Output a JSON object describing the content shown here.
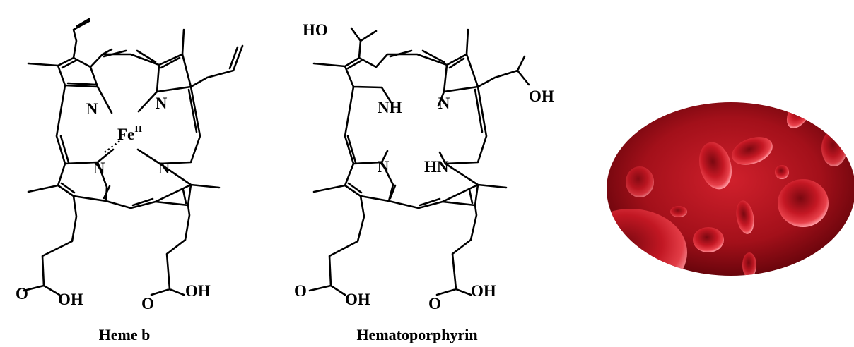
{
  "figure": {
    "molecules": [
      {
        "caption": "Heme b",
        "labels": {
          "n_top_left": "N",
          "n_top_right": "N",
          "n_bottom_left": "N",
          "n_bottom_right": "N",
          "metal": "Fe",
          "metal_oxidation": "II",
          "acid_left_o": "O",
          "acid_left_oh": "OH",
          "acid_right_o": "O",
          "acid_right_oh": "OH"
        }
      },
      {
        "caption": "Hematoporphyrin",
        "labels": {
          "nh_top_left": "NH",
          "n_top_right": "N",
          "n_bottom_left": "N",
          "hn_bottom_right": "HN",
          "ho_top": "HO",
          "oh_right": "OH",
          "acid_left_o": "O",
          "acid_left_oh": "OH",
          "acid_right_o": "O",
          "acid_right_oh": "OH"
        }
      }
    ],
    "blood_image": {
      "subject": "red-blood-cells",
      "colors": {
        "deep": "#5a0208",
        "mid": "#a3101a",
        "bright": "#e0303c",
        "highlight": "#ff9aa2"
      }
    }
  }
}
